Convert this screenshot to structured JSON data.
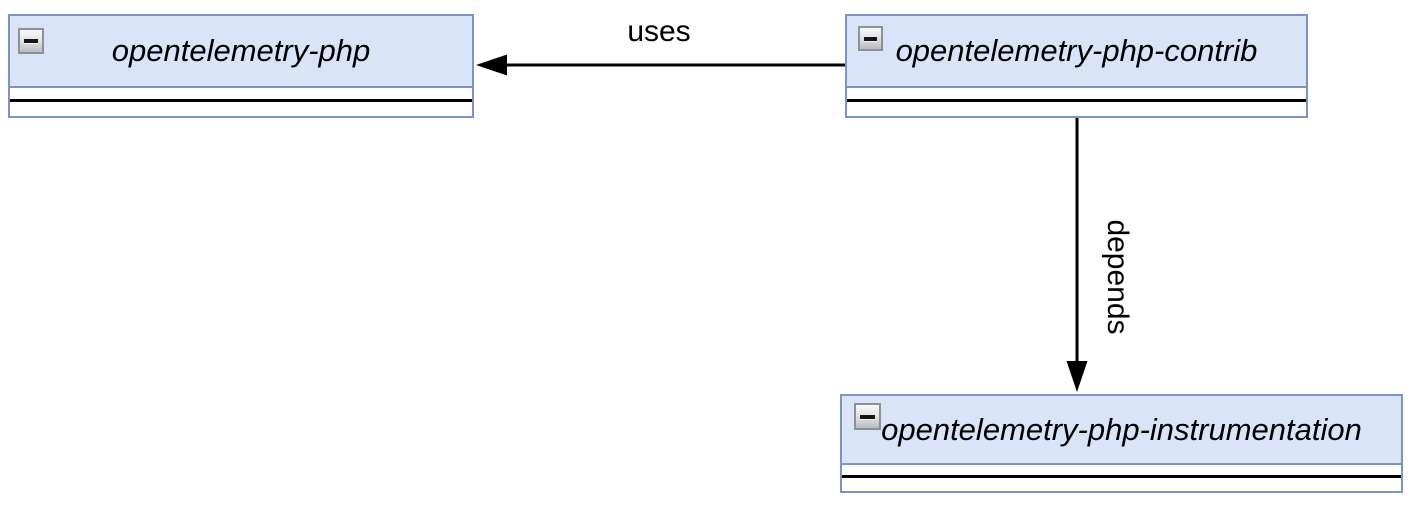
{
  "diagram": {
    "type": "package-dependency-diagram",
    "background_color": "#ffffff",
    "nodes": [
      {
        "label": "opentelemetry-php",
        "collapse_icon": "minus",
        "collapsed": false
      },
      {
        "label": "opentelemetry-php-contrib",
        "collapse_icon": "minus",
        "collapsed": false
      },
      {
        "label": "opentelemetry-php-instrumentation",
        "collapse_icon": "minus",
        "collapsed": false
      }
    ],
    "edges": [
      {
        "label": "uses",
        "from": "opentelemetry-php-contrib",
        "to": "opentelemetry-php",
        "direction": "left",
        "arrowhead": "filled-triangle"
      },
      {
        "label": "depends",
        "from": "opentelemetry-php-contrib",
        "to": "opentelemetry-php-instrumentation",
        "direction": "down",
        "arrowhead": "filled-triangle"
      }
    ],
    "colors": {
      "node_fill": "#dae4f8",
      "node_border": "#7b93c5",
      "edge": "#000000",
      "text": "#000000",
      "collapse_button_frame": "#8c9099",
      "collapse_button_fill": "#e3e4e6",
      "minus_glyph": "#161616"
    }
  }
}
